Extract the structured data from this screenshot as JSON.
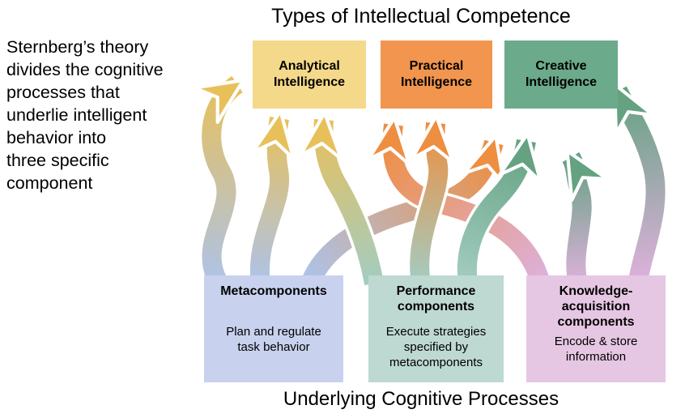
{
  "header": {
    "title": "Types of Intellectual Competence"
  },
  "footer": {
    "title": "Underlying Cognitive Processes"
  },
  "side_note": {
    "text": "Sternberg’s theory\ndivides the cognitive\nprocesses that\nunderlie intelligent\nbehavior into\nthree specific\ncomponent"
  },
  "competences": [
    {
      "id": "analytical",
      "label": "Analytical\nIntelligence"
    },
    {
      "id": "practical",
      "label": "Practical\nIntelligence"
    },
    {
      "id": "creative",
      "label": "Creative\nIntelligence"
    }
  ],
  "processes": [
    {
      "id": "meta",
      "title": "Metacomponents",
      "description": "Plan and regulate\ntask behavior"
    },
    {
      "id": "performance",
      "title": "Performance\ncomponents",
      "description": "Execute strategies\nspecified by\nmetacomponents"
    },
    {
      "id": "knowledge",
      "title": "Knowledge-\nacquisition\ncomponents",
      "description": "Encode & store\ninformation"
    }
  ],
  "colors": {
    "background": "#FFFFFF",
    "text": "#000000",
    "competence_fill": {
      "analytical": "#F5D98A",
      "practical": "#F2954E",
      "creative": "#6BAA8B"
    },
    "process_fill": {
      "meta": "#C8D2EE",
      "performance": "#BED8D2",
      "knowledge": "#E6C7E3"
    },
    "arrow_source": {
      "meta": "#ADC3E9",
      "performance": "#A3CCC1",
      "knowledge": "#DDB1DB"
    },
    "arrow_head": {
      "analytical": "#E8C05A",
      "practical": "#EE8E40",
      "creative": "#64A281"
    }
  },
  "arrows": [
    {
      "id": "meta-creative-sweep",
      "from": "meta",
      "to": "practical"
    },
    {
      "id": "knowledge-sweep-left",
      "from": "knowledge",
      "to": "practical"
    },
    {
      "id": "performance-analytical",
      "from": "performance",
      "to": "analytical"
    },
    {
      "id": "meta-analytical-center",
      "from": "meta",
      "to": "analytical"
    },
    {
      "id": "knowledge-creative-mid",
      "from": "knowledge",
      "to": "creative"
    },
    {
      "id": "performance-creative",
      "from": "performance",
      "to": "creative"
    },
    {
      "id": "performance-practical",
      "from": "performance",
      "to": "practical"
    },
    {
      "id": "meta-analytical-left",
      "from": "meta",
      "to": "analytical"
    },
    {
      "id": "knowledge-creative-right",
      "from": "knowledge",
      "to": "creative"
    }
  ]
}
